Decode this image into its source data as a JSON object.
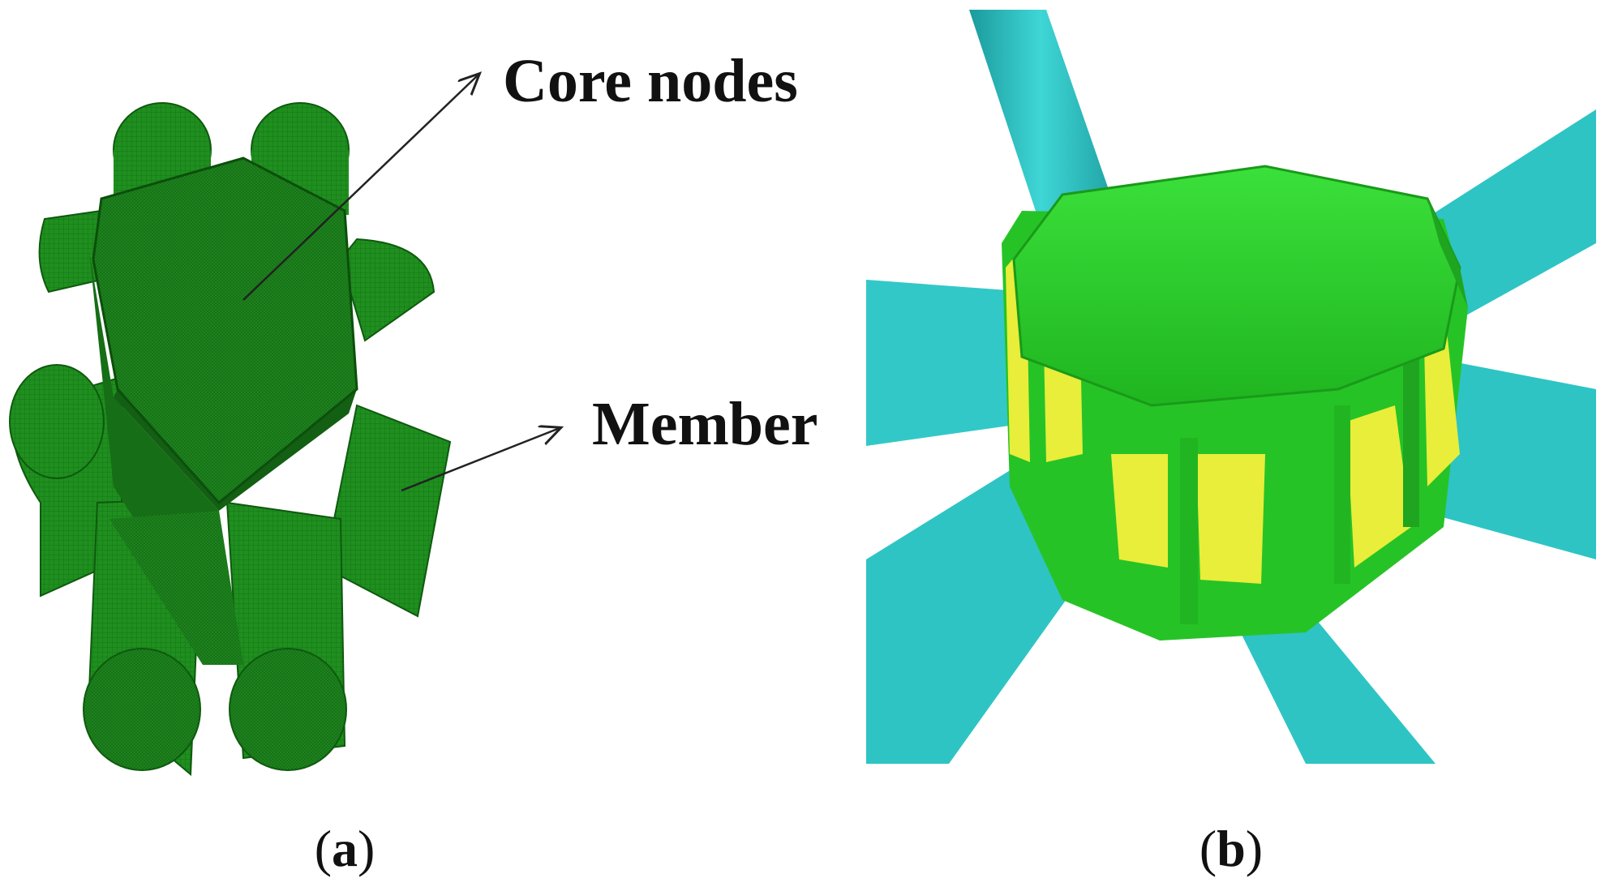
{
  "panels": [
    {
      "id": "a",
      "caption_open": "(",
      "caption_letter": "a",
      "caption_close": ")",
      "callouts": [
        {
          "label": "Core nodes"
        },
        {
          "label": "Member"
        }
      ]
    },
    {
      "id": "b",
      "caption_open": "(",
      "caption_letter": "b",
      "caption_close": ")"
    }
  ],
  "colors": {
    "mesh_green": "#1f8f1f",
    "mesh_dark": "#136b13",
    "node_green": "#2ed12e",
    "plate_yellow": "#e8ee3a",
    "tube_cyan": "#2ec4c4",
    "tube_shadow": "#1b9a9c"
  },
  "icons": [
    "arrow-icon"
  ]
}
